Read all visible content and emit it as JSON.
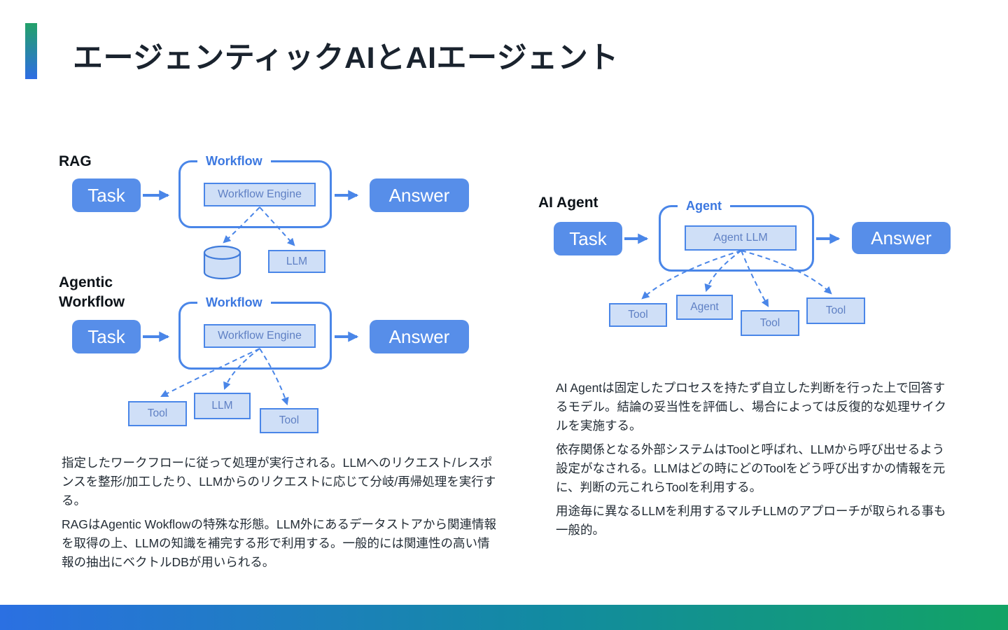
{
  "slide": {
    "title": "エージェンティックAIとAIエージェント"
  },
  "diagrams": {
    "rag": {
      "heading": "RAG",
      "task": "Task",
      "answer": "Answer",
      "container": "Workflow",
      "engine": "Workflow Engine",
      "children": {
        "llm": "LLM"
      }
    },
    "agentic_workflow": {
      "heading": "Agentic Workflow",
      "task": "Task",
      "answer": "Answer",
      "container": "Workflow",
      "engine": "Workflow Engine",
      "children": {
        "tool_left": "Tool",
        "llm": "LLM",
        "tool_right": "Tool"
      }
    },
    "ai_agent": {
      "heading": "AI Agent",
      "task": "Task",
      "answer": "Answer",
      "container": "Agent",
      "engine": "Agent LLM",
      "children": {
        "tool_1": "Tool",
        "agent": "Agent",
        "tool_2": "Tool",
        "tool_3": "Tool"
      }
    }
  },
  "notes": {
    "workflow": [
      "指定したワークフローに従って処理が実行される。LLMへのリクエスト/レスポンスを整形/加工したり、LLMからのリクエストに応じて分岐/再帰処理を実行する。",
      "RAGはAgentic Wokflowの特殊な形態。LLM外にあるデータストアから関連情報を取得の上、LLMの知識を補完する形で利用する。一般的には関連性の高い情報の抽出にベクトルDBが用いられる。"
    ],
    "ai_agent": [
      "AI Agentは固定したプロセスを持たず自立した判断を行った上で回答するモデル。結論の妥当性を評価し、場合によっては反復的な処理サイクルを実施する。",
      "依存関係となる外部システムはToolと呼ばれ、LLMから呼び出せるよう設定がなされる。LLMはどの時にどのToolをどう呼び出すかの情報を元に、判断の元これらToolを利用する。",
      "用途毎に異なるLLMを利用するマルチLLMのアプローチが取られる事も一般的。"
    ]
  },
  "colors": {
    "node_blue": "#578ee9",
    "outline_blue": "#4a86e8",
    "light_fill": "#cfdff7",
    "light_node_text": "#5f80c4",
    "container_label_blue": "#3c78e0",
    "title_text": "#1a232e",
    "body_text": "#232c35",
    "accent_gradient_top": "#23a169",
    "accent_gradient_bottom": "#2e6de4",
    "footer_gradient_left": "#2b70e2",
    "footer_gradient_right": "#12a365"
  }
}
